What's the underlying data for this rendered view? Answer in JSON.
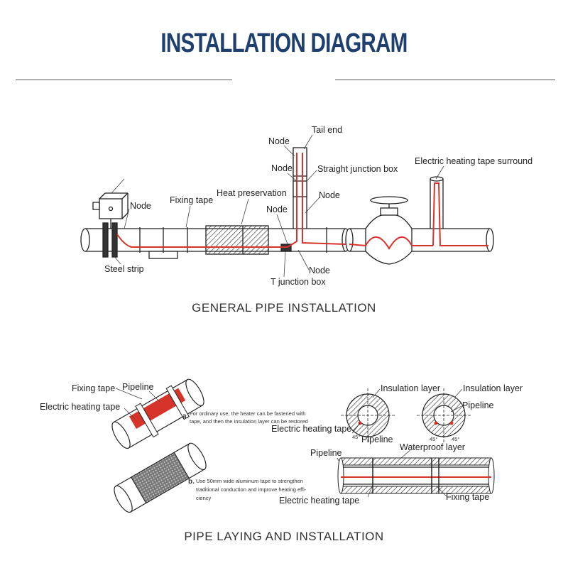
{
  "header": {
    "title": "INSTALLATION DIAGRAM"
  },
  "sections": {
    "general": "GENERAL PIPE INSTALLATION",
    "laying": "PIPE LAYING AND INSTALLATION"
  },
  "general_labels": {
    "node_left": "Node",
    "fixing_tape": "Fixing tape",
    "heat_preservation": "Heat preservation",
    "node_mid": "Node",
    "steel_strip": "Steel strip",
    "tail_end": "Tail end",
    "node_top": "Node",
    "node_upper": "Node",
    "straight_junction_box": "Straight junction box",
    "node_right": "Node",
    "node_lower": "Node",
    "t_junction_box": "T junction box",
    "electric_heating_tape_surround": "Electric heating tape surround"
  },
  "laying_labels": {
    "fixing_tape": "Fixing tape",
    "pipeline": "Pipeline",
    "electric_heating_tape": "Electric heating tape",
    "note_a_letter": "a.",
    "note_a_line1": "For ordinary use, the heater can be fastened with",
    "note_a_line2": "tape, and then the insulation layer can be restored",
    "note_b_letter": "b.",
    "note_b_line1": "Use 50mm wide aluminum tape to strengthen",
    "note_b_line2": "traditional conduction and improve heating effi-",
    "note_b_line3": "ciency",
    "insulation_layer_1": "Insulation layer",
    "insulation_layer_2": "Insulation layer",
    "pipeline_right": "Pipeline",
    "electric_heating_tape_right": "Electric heating tape",
    "pipeline_mid": "Pipeline",
    "angle_left": "45°",
    "angle_right1": "45°",
    "angle_right2": "45°",
    "pipeline_lower": "Pipeline",
    "waterproof_layer": "Waterproof layer",
    "electric_heating_tape_bottom": "Electric heating tape",
    "fixing_tape_bottom": "Fixing tape"
  },
  "colors": {
    "title": "#1f3f6e",
    "heater": "#d6342a",
    "line": "#222222"
  }
}
